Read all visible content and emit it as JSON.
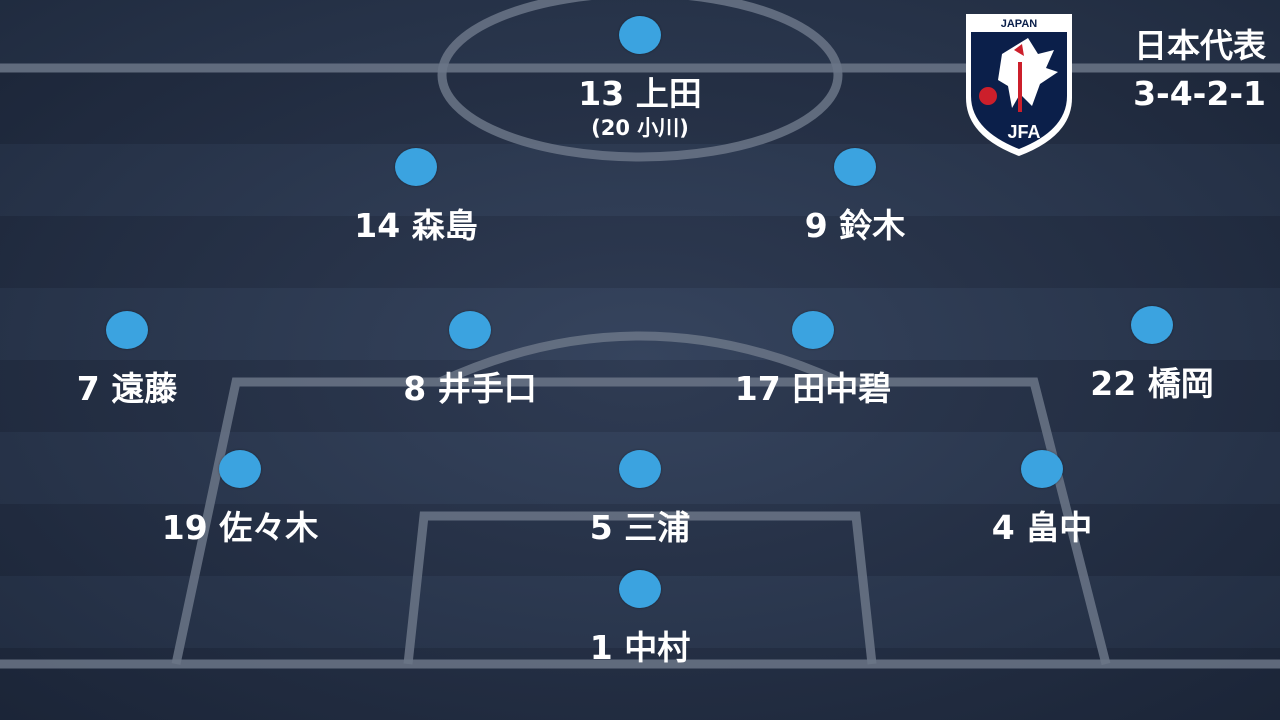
{
  "team": {
    "name": "日本代表",
    "formation": "3-4-2-1"
  },
  "emblem": {
    "country": "JAPAN",
    "mark": "JFA"
  },
  "colors": {
    "player_dot": "#3ba3e0",
    "pitch": "#2b3a55",
    "text": "#ffffff"
  },
  "players": {
    "fw": {
      "label": "13 上田",
      "sub": "(20 小川)"
    },
    "shadow_left": {
      "label": "14 森島"
    },
    "shadow_right": {
      "label": "9 鈴木"
    },
    "mid_1": {
      "label": "7 遠藤"
    },
    "mid_2": {
      "label": "8 井手口"
    },
    "mid_3": {
      "label": "17 田中碧"
    },
    "mid_4": {
      "label": "22 橋岡"
    },
    "def_left": {
      "label": "19 佐々木"
    },
    "def_center": {
      "label": "5 三浦"
    },
    "def_right": {
      "label": "4 畠中"
    },
    "gk": {
      "label": "1 中村"
    }
  }
}
